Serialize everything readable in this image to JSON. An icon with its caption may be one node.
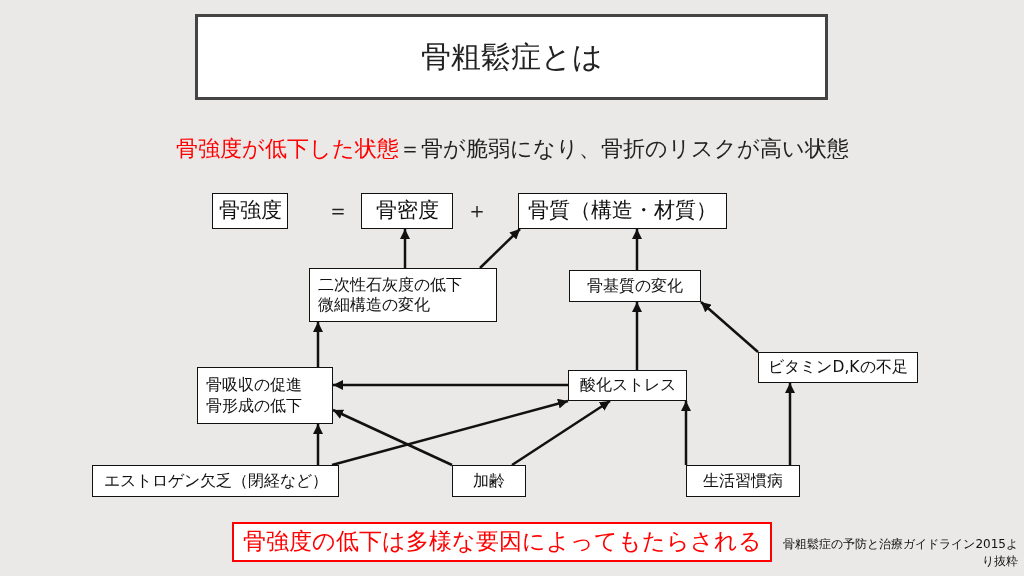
{
  "diagram": {
    "title": "骨粗鬆症とは",
    "nodes": [
      {
        "text": [
          "骨強度"
        ]
      },
      {
        "text": [
          "骨密度"
        ]
      },
      {
        "text": [
          "骨質（構造・材質）"
        ]
      },
      {
        "text": [
          "二次性石灰度の低下",
          "微細構造の変化"
        ]
      },
      {
        "text": [
          "骨基質の変化"
        ]
      },
      {
        "text": [
          "骨吸収の促進",
          "骨形成の低下"
        ]
      },
      {
        "text": [
          "酸化ストレス"
        ]
      },
      {
        "text": [
          "ビタミンD,Kの不足"
        ]
      },
      {
        "text": [
          "エストロゲン欠乏（閉経など）"
        ]
      },
      {
        "text": [
          "加齢"
        ]
      },
      {
        "text": [
          "生活習慣病"
        ]
      },
      {
        "text": [
          "骨強度の低下は多様な要因によってもたらされる"
        ]
      }
    ],
    "edges": [
      {
        "from": 3,
        "to": 1,
        "arrow": "to"
      },
      {
        "from": 3,
        "to": 2,
        "arrow": "to"
      },
      {
        "from": 4,
        "to": 2,
        "arrow": "to"
      },
      {
        "from": 6,
        "to": 4,
        "arrow": "to"
      },
      {
        "from": 7,
        "to": 4,
        "arrow": "to"
      },
      {
        "from": 5,
        "to": 3,
        "arrow": "to"
      },
      {
        "from": 6,
        "to": 5,
        "arrow": "to"
      },
      {
        "from": 8,
        "to": 5,
        "arrow": "to"
      },
      {
        "from": 9,
        "to": 5,
        "arrow": "to"
      },
      {
        "from": 8,
        "to": 6,
        "arrow": "to"
      },
      {
        "from": 9,
        "to": 6,
        "arrow": "to"
      },
      {
        "from": 10,
        "to": 6,
        "arrow": "to"
      },
      {
        "from": 10,
        "to": 7,
        "arrow": "to"
      }
    ],
    "labels": [
      "骨強度が低下した状態",
      "＝骨が脆弱になり、骨折のリスクが高い状態",
      "＝",
      "＋",
      "骨粗鬆症の予防と治療ガイドライン2015より抜粋"
    ]
  }
}
